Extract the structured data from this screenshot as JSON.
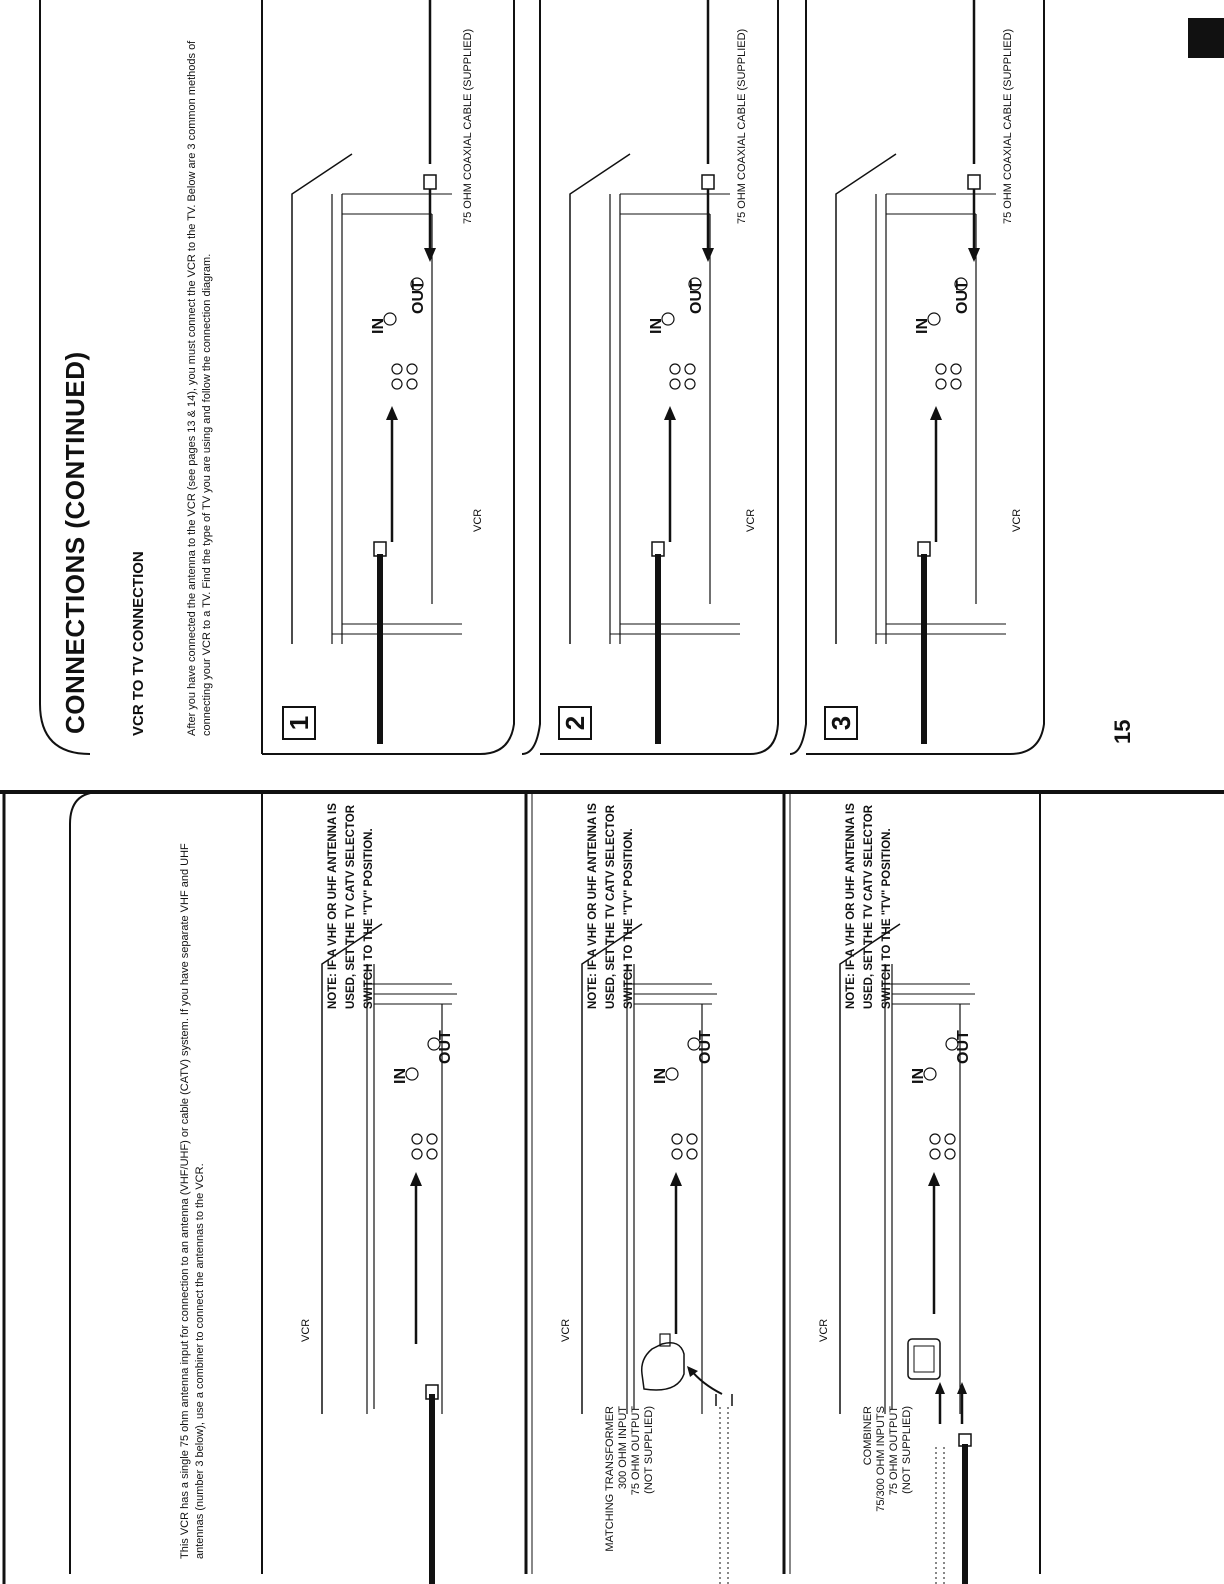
{
  "left_page": {
    "intro": "This VCR has a single 75 ohm antenna input for connection to an antenna (VHF/UHF) or cable (CATV) system. If you have separate VHF and UHF antennas (number 3 below), use a combiner to connect the antennas to the VCR.",
    "panels": [
      {
        "vcr_label": "VCR",
        "device_label": "",
        "port_in": "IN",
        "port_out": "OUT",
        "note": "NOTE: IF A VHF OR UHF ANTENNA IS USED, SET THE TV CATV SELECTOR SWITCH TO THE \"TV\" POSITION."
      },
      {
        "vcr_label": "VCR",
        "device_label": "MATCHING TRANSFORMER\n300 OHM INPUT\n75 OHM OUTPUT\n(NOT SUPPLIED)",
        "port_in": "IN",
        "port_out": "OUT",
        "note": "NOTE: IF A VHF OR UHF ANTENNA IS USED, SET THE TV CATV SELECTOR SWITCH TO THE \"TV\" POSITION."
      },
      {
        "vcr_label": "VCR",
        "device_label": "COMBINER\n75/300 OHM INPUTS\n75 OHM OUTPUT\n(NOT SUPPLIED)",
        "port_in": "IN",
        "port_out": "OUT",
        "note": "NOTE: IF A VHF OR UHF ANTENNA IS USED, SET THE TV CATV SELECTOR SWITCH TO THE \"TV\" POSITION."
      }
    ]
  },
  "right_page": {
    "title": "CONNECTIONS (CONTINUED)",
    "subtitle": "VCR TO TV CONNECTION",
    "intro": "After you have connected the antenna to the VCR (see pages 13 & 14), you must connect the VCR to the TV. Below are 3 common methods of connecting your VCR to a TV. Find the type of TV you are using and follow the connection diagram.",
    "page_number": "15",
    "panels": [
      {
        "number": "1",
        "vcr_label": "VCR",
        "port_in": "IN",
        "port_out": "OUT",
        "cable_label": "75 OHM COAXIAL CABLE (SUPPLIED)"
      },
      {
        "number": "2",
        "vcr_label": "VCR",
        "port_in": "IN",
        "port_out": "OUT",
        "cable_label": "75 OHM COAXIAL CABLE (SUPPLIED)"
      },
      {
        "number": "3",
        "vcr_label": "VCR",
        "port_in": "IN",
        "port_out": "OUT",
        "cable_label": "75 OHM COAXIAL CABLE (SUPPLIED)"
      }
    ]
  },
  "colors": {
    "ink": "#111111",
    "paper": "#ffffff"
  }
}
